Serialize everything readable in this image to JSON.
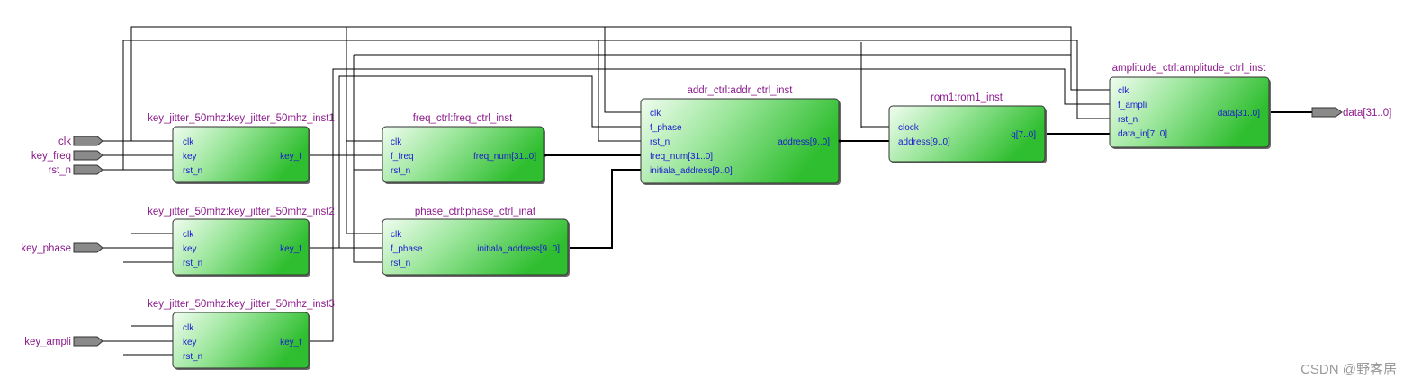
{
  "pins": {
    "clk": "clk",
    "key_freq": "key_freq",
    "rst_n": "rst_n",
    "key_phase": "key_phase",
    "key_ampli": "key_ampli",
    "data": "data[31..0]"
  },
  "modules": {
    "kj1": {
      "title": "key_jitter_50mhz:key_jitter_50mhz_inst1",
      "in": [
        "clk",
        "key",
        "rst_n"
      ],
      "out": [
        "key_f"
      ]
    },
    "kj2": {
      "title": "key_jitter_50mhz:key_jitter_50mhz_inst2",
      "in": [
        "clk",
        "key",
        "rst_n"
      ],
      "out": [
        "key_f"
      ]
    },
    "kj3": {
      "title": "key_jitter_50mhz:key_jitter_50mhz_inst3",
      "in": [
        "clk",
        "key",
        "rst_n"
      ],
      "out": [
        "key_f"
      ]
    },
    "freq": {
      "title": "freq_ctrl:freq_ctrl_inst",
      "in": [
        "clk",
        "f_freq",
        "rst_n"
      ],
      "out": [
        "freq_num[31..0]"
      ]
    },
    "phase": {
      "title": "phase_ctrl:phase_ctrl_inat",
      "in": [
        "clk",
        "f_phase",
        "rst_n"
      ],
      "out": [
        "initiala_address[9..0]"
      ]
    },
    "addr": {
      "title": "addr_ctrl:addr_ctrl_inst",
      "in": [
        "clk",
        "f_phase",
        "rst_n",
        "freq_num[31..0]",
        "initiala_address[9..0]"
      ],
      "out": [
        "address[9..0]"
      ]
    },
    "rom": {
      "title": "rom1:rom1_inst",
      "in": [
        "clock",
        "address[9..0]"
      ],
      "out": [
        "q[7..0]"
      ]
    },
    "amp": {
      "title": "amplitude_ctrl:amplitude_ctrl_inst",
      "in": [
        "clk",
        "f_ampli",
        "rst_n",
        "data_in[7..0]"
      ],
      "out": [
        "data[31..0]"
      ]
    }
  },
  "watermark": "CSDN @野客居",
  "colors": {
    "block_light": "#eefced",
    "block_dark": "#33c033",
    "title": "#8b1a8b",
    "port": "#1a1ad0",
    "pin_fill": "#8a8a8a"
  }
}
